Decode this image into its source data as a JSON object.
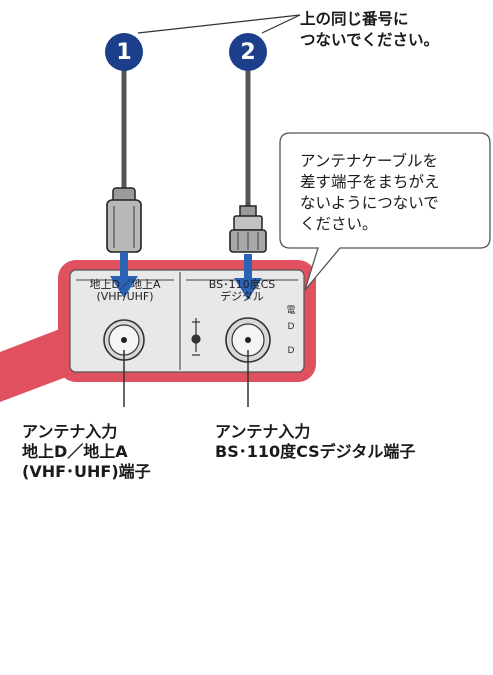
{
  "top_note": {
    "line1": "上の同じ番号に",
    "line2": "つないでください。"
  },
  "badges": {
    "one": "1",
    "two": "2"
  },
  "callout": {
    "line1": "アンテナケーブルを",
    "line2": "差す端子をまちがえ",
    "line3": "ないようにつないで",
    "line4": "ください。"
  },
  "plate": {
    "left_line1": "地上D／地上A",
    "left_line2": "(VHF/UHF)",
    "right_line1": "BS･110度CS",
    "right_line2": "デジタル",
    "side_mark_1": "電",
    "side_mark_2": "D",
    "side_mark_3": "D"
  },
  "labels": {
    "terrestrial_line1": "アンテナ入力",
    "terrestrial_line2": "地上D／地上A",
    "terrestrial_line3": "(VHF･UHF)端子",
    "bs_line1": "アンテナ入力",
    "bs_line2": "BS･110度CSデジタル端子"
  },
  "colors": {
    "badge": "#1c3f8c",
    "frame": "#e0505f",
    "arrow": "#2a62b5",
    "plate": "#e8e8e8"
  }
}
